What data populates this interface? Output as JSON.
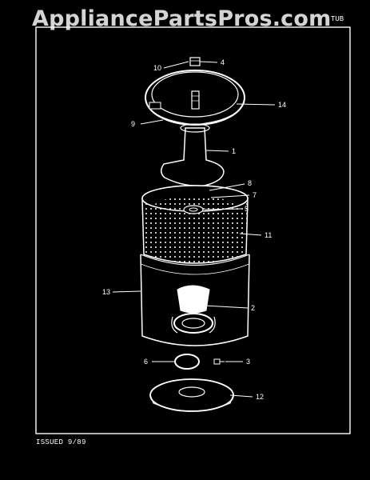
{
  "watermark": "AppliancePartsPros.com",
  "header": {
    "section_label": "TUB"
  },
  "footer": {
    "issued": "ISSUED 9/89"
  },
  "callouts": [
    {
      "id": "c10",
      "label": "10"
    },
    {
      "id": "c4",
      "label": "4"
    },
    {
      "id": "c14",
      "label": "14"
    },
    {
      "id": "c9",
      "label": "9"
    },
    {
      "id": "c1",
      "label": "1"
    },
    {
      "id": "c8",
      "label": "8"
    },
    {
      "id": "c7",
      "label": "7"
    },
    {
      "id": "c5",
      "label": "5"
    },
    {
      "id": "c11",
      "label": "11"
    },
    {
      "id": "c13",
      "label": "13"
    },
    {
      "id": "c2",
      "label": "2"
    },
    {
      "id": "c6",
      "label": "6"
    },
    {
      "id": "c3",
      "label": "3"
    },
    {
      "id": "c12",
      "label": "12"
    }
  ],
  "colors": {
    "background": "#000000",
    "line": "#ffffff"
  }
}
